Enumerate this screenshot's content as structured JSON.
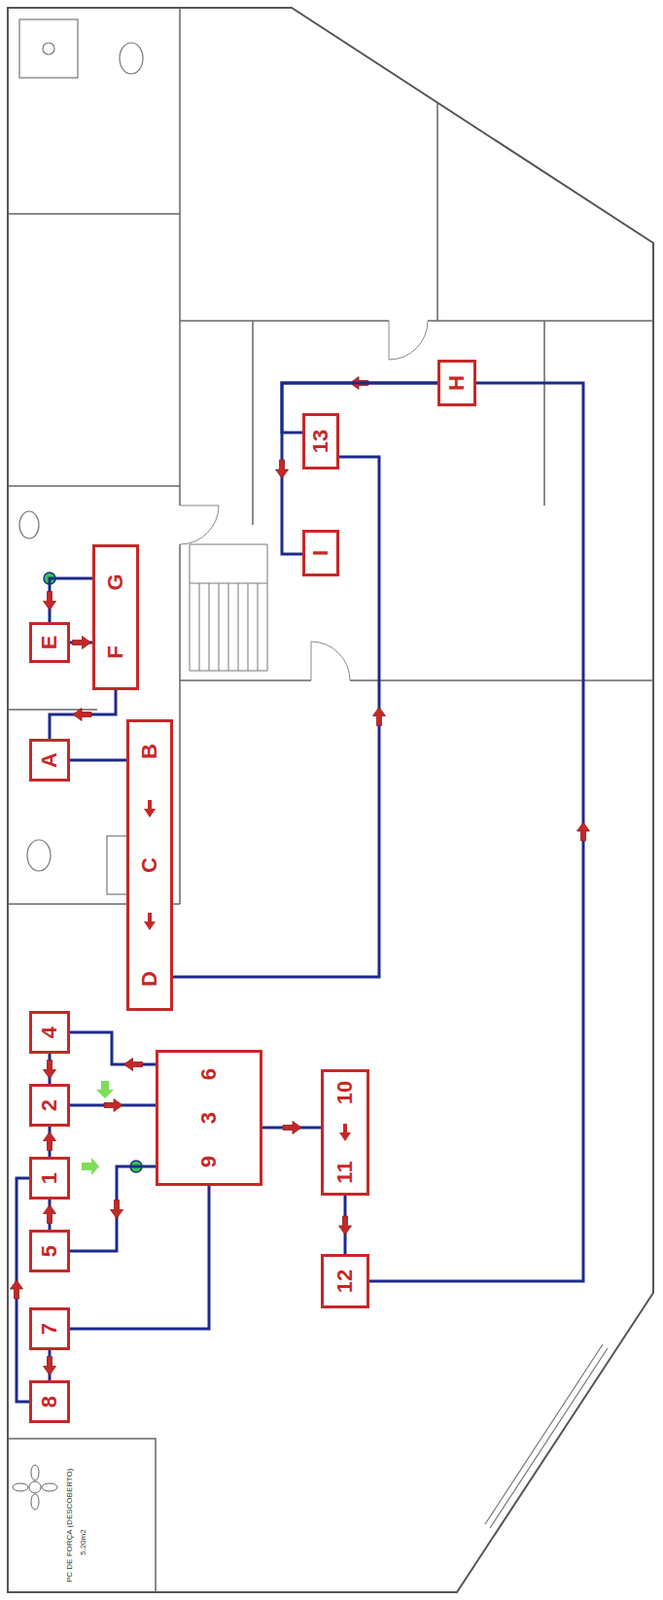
{
  "diagram": {
    "nodes": [
      {
        "text": [
          "H"
        ]
      },
      {
        "text": [
          "13"
        ]
      },
      {
        "text": [
          "I"
        ]
      },
      {
        "text": [
          "F",
          "G"
        ]
      },
      {
        "text": [
          "E"
        ]
      },
      {
        "text": [
          "A"
        ]
      },
      {
        "text": [
          "B",
          "C",
          "D"
        ]
      },
      {
        "text": [
          "4"
        ]
      },
      {
        "text": [
          "6",
          "3",
          "9"
        ]
      },
      {
        "text": [
          "10",
          "11"
        ]
      },
      {
        "text": [
          "2"
        ]
      },
      {
        "text": [
          "1"
        ]
      },
      {
        "text": [
          "5"
        ]
      },
      {
        "text": [
          "12"
        ]
      },
      {
        "text": [
          "7"
        ]
      },
      {
        "text": [
          "8"
        ]
      }
    ],
    "edges": [
      {
        "from": 4,
        "to": 3,
        "arrow": "to"
      },
      {
        "from": 3,
        "to": 4,
        "arrow": "to"
      },
      {
        "from": 3,
        "to": 5,
        "arrow": "to"
      },
      {
        "from": 5,
        "to": 6,
        "arrow": "none"
      },
      {
        "from": 6,
        "to": 1,
        "arrow": "to"
      },
      {
        "from": 0,
        "to": 1,
        "arrow": "to"
      },
      {
        "from": 0,
        "to": 2,
        "arrow": "to"
      },
      {
        "from": 13,
        "to": 0,
        "arrow": "to"
      },
      {
        "from": 9,
        "to": 13,
        "arrow": "to"
      },
      {
        "from": 8,
        "to": 9,
        "arrow": "to"
      },
      {
        "from": 8,
        "to": 7,
        "arrow": "to"
      },
      {
        "from": 7,
        "to": 10,
        "arrow": "to"
      },
      {
        "from": 11,
        "to": 10,
        "arrow": "to"
      },
      {
        "from": 12,
        "to": 11,
        "arrow": "to"
      },
      {
        "from": 14,
        "to": 15,
        "arrow": "to"
      },
      {
        "from": 15,
        "to": 11,
        "arrow": "to"
      },
      {
        "from": 10,
        "to": 8,
        "arrow": "to"
      },
      {
        "from": 8,
        "to": 12,
        "arrow": "to"
      },
      {
        "from": 14,
        "to": 8,
        "arrow": "none"
      }
    ],
    "labels": [
      "PC DE FORÇA (DESCOBERTO)",
      "5.20m2"
    ]
  }
}
